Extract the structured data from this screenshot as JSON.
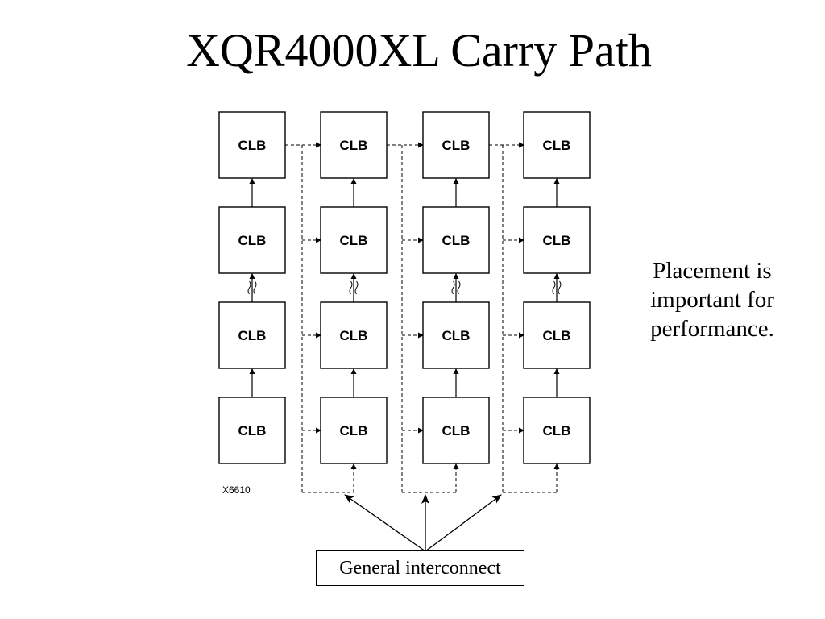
{
  "slide": {
    "title": "XQR4000XL Carry Path",
    "note_lines": [
      "Placement is",
      "important for",
      "performance."
    ],
    "callout": "General interconnect"
  },
  "diagram": {
    "block_label": "CLB",
    "grid": {
      "columns": 4,
      "rows": 4
    },
    "figure_id": "X6610",
    "colors": {
      "line": "#000000",
      "fill": "#ffffff"
    }
  }
}
